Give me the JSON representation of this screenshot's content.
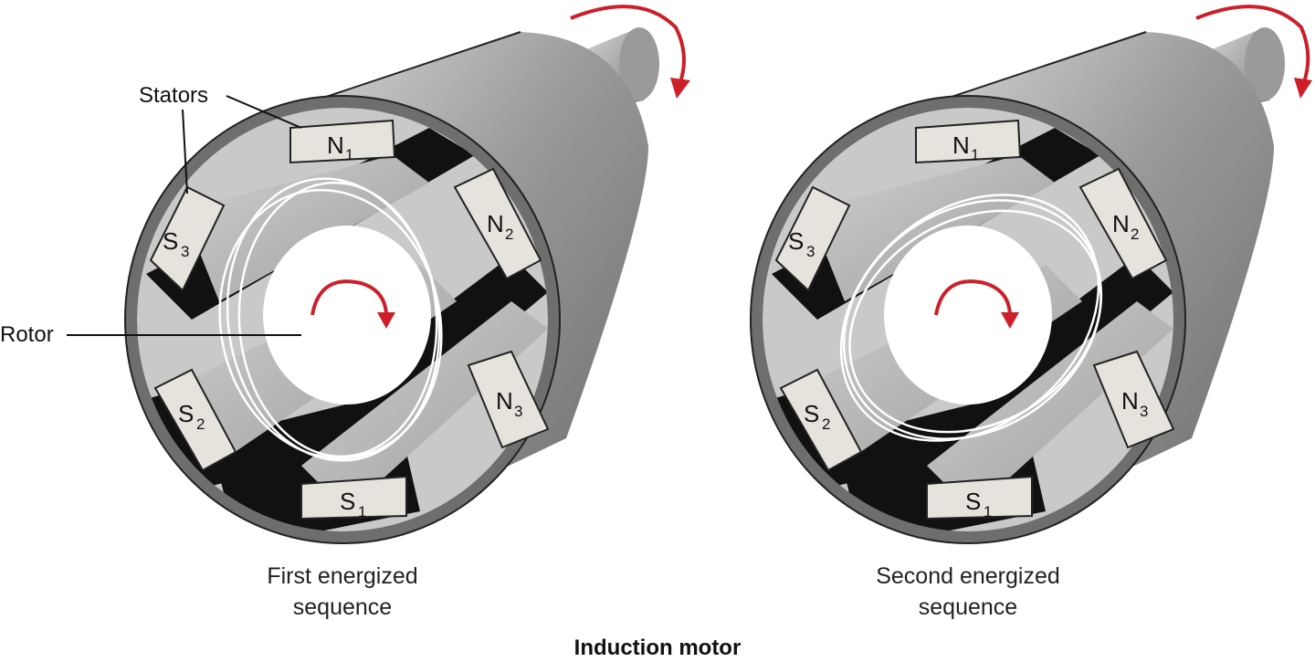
{
  "title": "Induction motor",
  "labels": {
    "stators": "Stators",
    "rotor": "Rotor"
  },
  "colors": {
    "arrow": "#cc1f2a",
    "body": "#8c8c8c",
    "magnet": "#e6e3dc",
    "slot": "#111111"
  },
  "motors": [
    {
      "caption_line1": "First energized",
      "caption_line2": "sequence",
      "poles": [
        {
          "letter": "N",
          "sub": "1"
        },
        {
          "letter": "N",
          "sub": "2"
        },
        {
          "letter": "N",
          "sub": "3"
        },
        {
          "letter": "S",
          "sub": "1"
        },
        {
          "letter": "S",
          "sub": "2"
        },
        {
          "letter": "S",
          "sub": "3"
        }
      ]
    },
    {
      "caption_line1": "Second energized",
      "caption_line2": "sequence",
      "poles": [
        {
          "letter": "N",
          "sub": "1"
        },
        {
          "letter": "N",
          "sub": "2"
        },
        {
          "letter": "N",
          "sub": "3"
        },
        {
          "letter": "S",
          "sub": "1"
        },
        {
          "letter": "S",
          "sub": "2"
        },
        {
          "letter": "S",
          "sub": "3"
        }
      ]
    }
  ]
}
